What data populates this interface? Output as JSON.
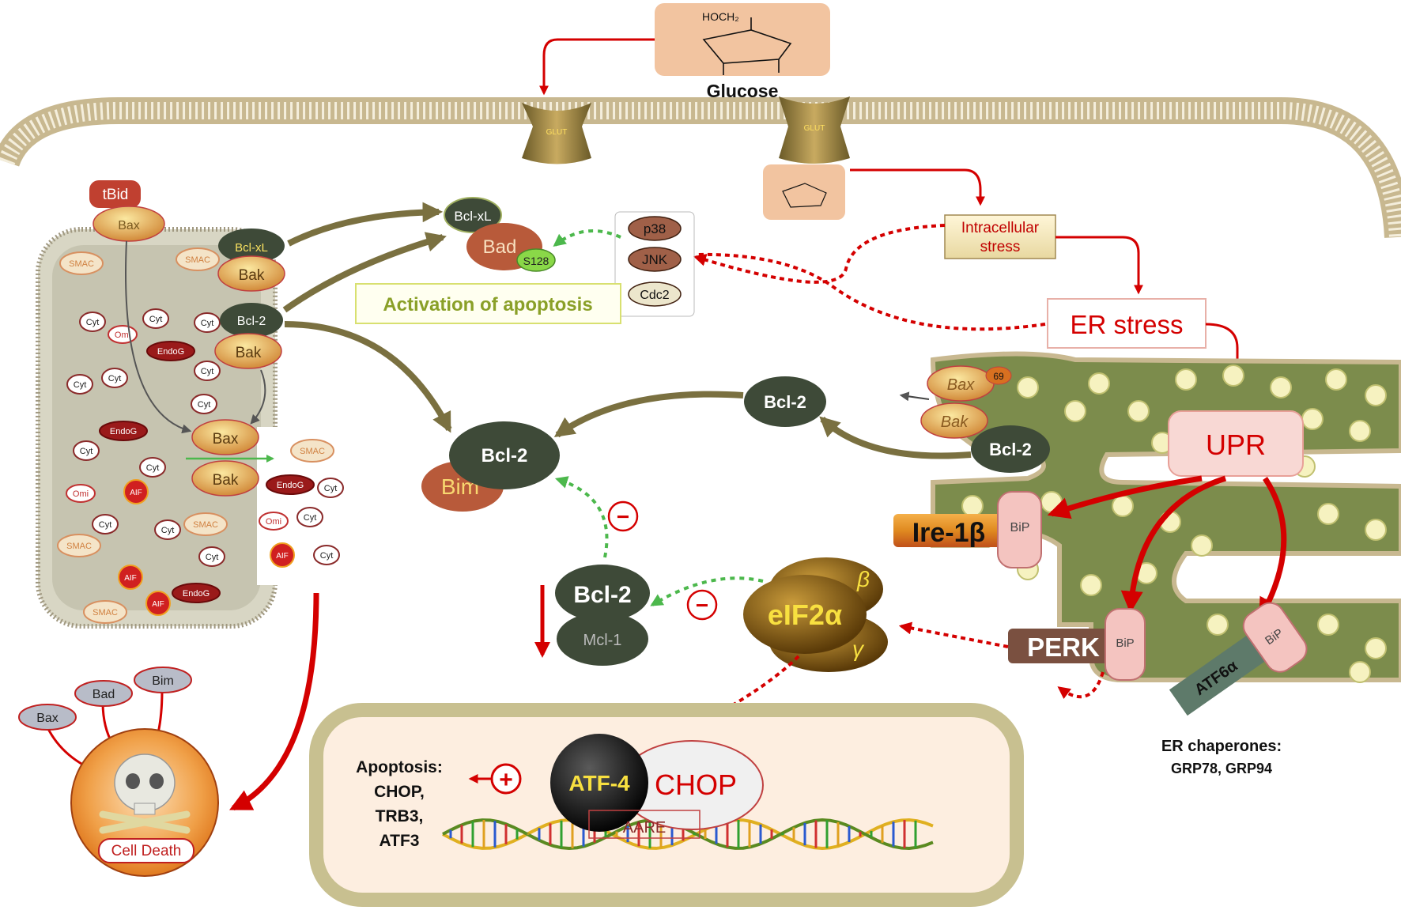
{
  "top": {
    "glucose_label": "Glucose",
    "glucose_formula": "HOCH₂",
    "glut_left": "GLUT",
    "glut_right": "GLUT",
    "intracellular_stress": [
      "Intracellular",
      "stress"
    ],
    "er_stress": "ER stress",
    "upr": "UPR",
    "activation_of_apoptosis": "Activation of apoptosis"
  },
  "mito": {
    "tBid": "tBid",
    "bax_top": "Bax",
    "bclxl": "Bcl-xL",
    "bak1": "Bak",
    "bcl2": "Bcl-2",
    "bak2": "Bak",
    "bax_mid": "Bax",
    "bak_mid": "Bak",
    "smac": "SMAC",
    "cyt": "Cyt",
    "omi": "Omi",
    "endog": "EndoG",
    "aif": "AIF"
  },
  "kinases": {
    "p38": "p38",
    "jnk": "JNK",
    "cdc2": "Cdc2"
  },
  "bad_complex": {
    "bclxl": "Bcl-xL",
    "bad": "Bad",
    "s128": "S128"
  },
  "center": {
    "bcl2_main": "Bcl-2",
    "bim": "Bim",
    "bcl2_er_top": "Bcl-2",
    "bcl2_er": "Bcl-2",
    "bax_er": "Bax",
    "bak_er": "Bak",
    "num_er": "69",
    "bcl2_low": "Bcl-2",
    "mcl1": "Mcl-1",
    "inhibit": "−"
  },
  "eif": {
    "label": "eIF2α",
    "beta": "β",
    "gamma": "γ"
  },
  "er": {
    "ire": "Ire-1β",
    "bip": "BiP",
    "perk": "PERK",
    "atf6": "ATF6α",
    "chaperones_title": "ER chaperones:",
    "chaperones_list": "GRP78, GRP94"
  },
  "nucleus": {
    "apoptosis_lines": [
      "Apoptosis:",
      "CHOP,",
      "TRB3,",
      "ATF3"
    ],
    "atf4": "ATF-4",
    "chop": "CHOP",
    "aare": "AARE",
    "plus": "+"
  },
  "death": {
    "bax": "Bax",
    "bad": "Bad",
    "bim": "Bim",
    "cell_death": "Cell Death"
  },
  "colors": {
    "red": "#d40000",
    "olive": "#7a7040",
    "dark_green": "#3e4a38",
    "er_green": "#7c8c4c",
    "peach": "#f2c4a0",
    "green_dot": "#4cb84c"
  }
}
